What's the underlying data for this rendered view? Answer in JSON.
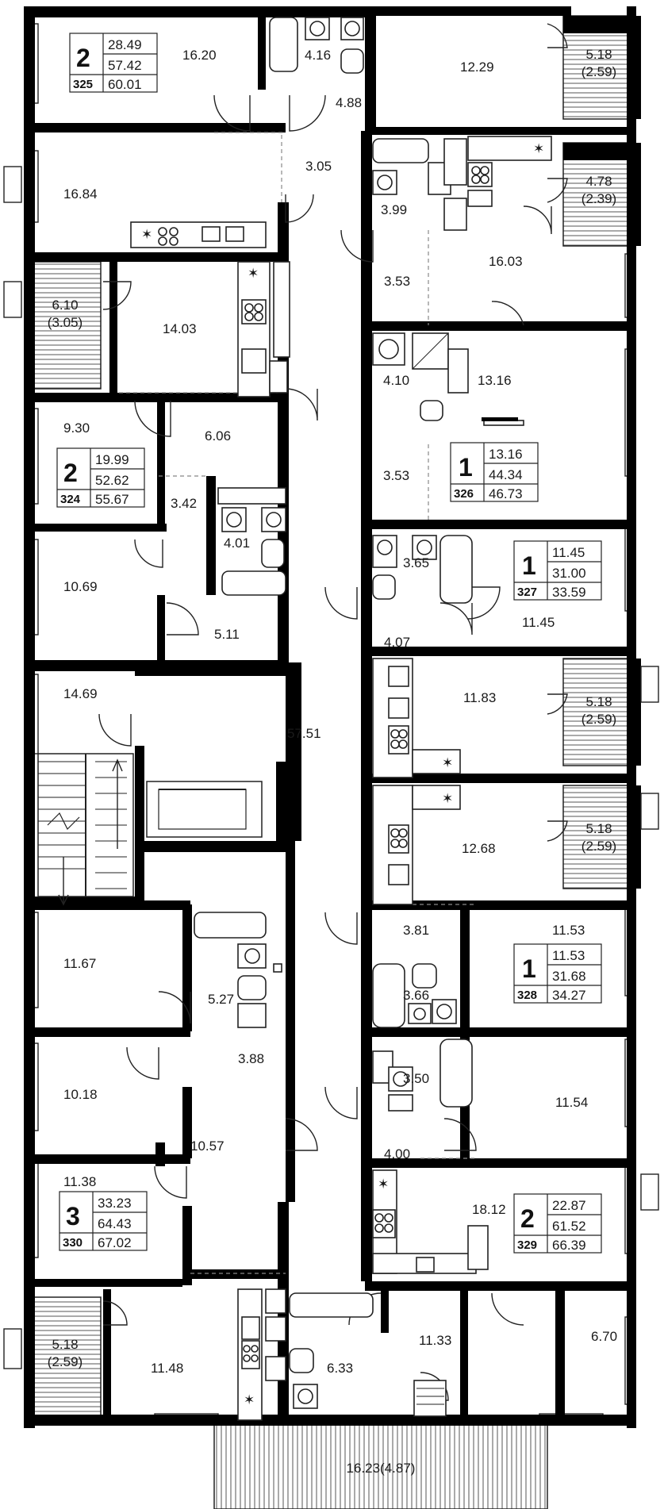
{
  "rooms": {
    "r_16_20": "16.20",
    "r_4_16": "4.16",
    "r_4_88": "4.88",
    "r_12_29": "12.29",
    "r_16_84": "16.84",
    "r_3_05": "3.05",
    "r_3_99": "3.99",
    "r_16_03": "16.03",
    "r_3_53a": "3.53",
    "r_14_03": "14.03",
    "r_4_10": "4.10",
    "r_13_16": "13.16",
    "r_9_30": "9.30",
    "r_6_06": "6.06",
    "r_3_53b": "3.53",
    "r_3_42": "3.42",
    "r_4_01": "4.01",
    "r_10_69": "10.69",
    "r_3_65": "3.65",
    "r_5_11": "5.11",
    "r_4_07": "4.07",
    "r_11_45": "11.45",
    "r_14_69": "14.69",
    "r_57_51": "57.51",
    "r_11_83": "11.83",
    "r_12_68": "12.68",
    "r_3_81": "3.81",
    "r_11_53": "11.53",
    "r_11_67": "11.67",
    "r_5_27": "5.27",
    "r_3_66": "3.66",
    "r_3_88": "3.88",
    "r_3_50": "3.50",
    "r_10_18": "10.18",
    "r_10_57": "10.57",
    "r_11_54": "11.54",
    "r_4_00": "4.00",
    "r_11_38": "11.38",
    "r_18_12": "18.12",
    "r_11_48": "11.48",
    "r_6_33": "6.33",
    "r_11_33": "11.33",
    "r_6_70": "6.70"
  },
  "balconies": {
    "b_top_right_1": [
      "5.18",
      "(2.59)"
    ],
    "b_top_right_2": [
      "4.78",
      "(2.39)"
    ],
    "b_left_1": [
      "6.10",
      "(3.05)"
    ],
    "b_right_3": [
      "5.18",
      "(2.59)"
    ],
    "b_right_4": [
      "5.18",
      "(2.59)"
    ],
    "b_left_bottom": [
      "5.18",
      "(2.59)"
    ],
    "terrace": "16.23(4.87)"
  },
  "apartments": [
    {
      "id": "apt_325",
      "rooms": "2",
      "number": "325",
      "living": "28.49",
      "total": "57.42",
      "with_balcony": "60.01"
    },
    {
      "id": "apt_324",
      "rooms": "2",
      "number": "324",
      "living": "19.99",
      "total": "52.62",
      "with_balcony": "55.67"
    },
    {
      "id": "apt_326",
      "rooms": "1",
      "number": "326",
      "living": "13.16",
      "total": "44.34",
      "with_balcony": "46.73"
    },
    {
      "id": "apt_327",
      "rooms": "1",
      "number": "327",
      "living": "11.45",
      "total": "31.00",
      "with_balcony": "33.59"
    },
    {
      "id": "apt_328",
      "rooms": "1",
      "number": "328",
      "living": "11.53",
      "total": "31.68",
      "with_balcony": "34.27"
    },
    {
      "id": "apt_330",
      "rooms": "3",
      "number": "330",
      "living": "33.23",
      "total": "64.43",
      "with_balcony": "67.02"
    },
    {
      "id": "apt_329",
      "rooms": "2",
      "number": "329",
      "living": "22.87",
      "total": "61.52",
      "with_balcony": "66.39"
    }
  ],
  "icons": [
    "snowflake-icon",
    "stove-icon",
    "sink-icon",
    "bathtub-icon",
    "toilet-icon",
    "washbasin-icon",
    "shower-icon",
    "stair-arrow-icon"
  ],
  "colors": {
    "wall": "#000000",
    "background": "#ffffff",
    "line": "#222222"
  }
}
